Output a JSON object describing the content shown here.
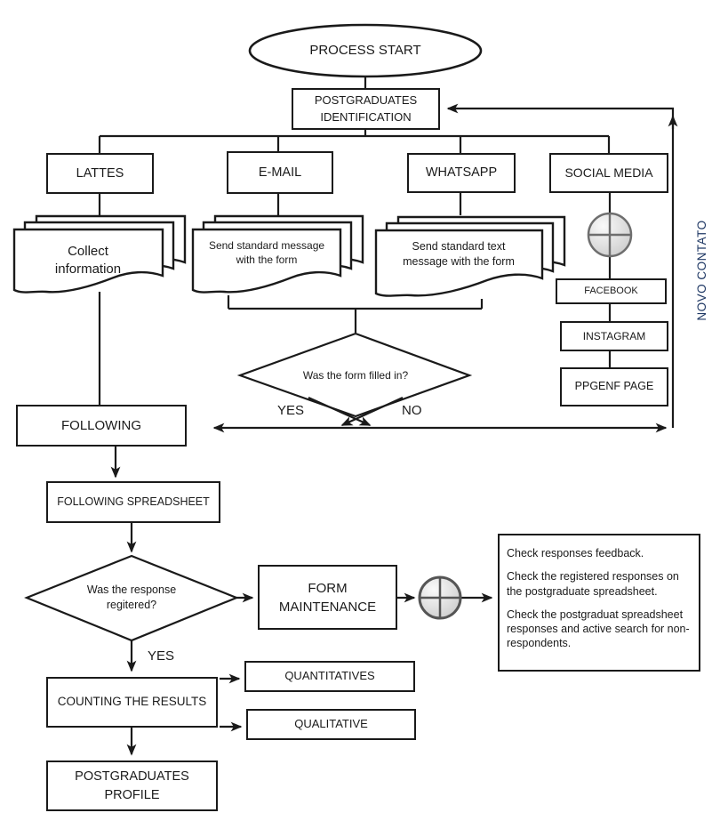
{
  "nodes": {
    "process_start": "PROCESS START",
    "postgrad_id": "POSTGRADUATES IDENTIFICATION",
    "lattes": "LATTES",
    "email": "E-MAIL",
    "whatsapp": "WHATSAPP",
    "social_media": "SOCIAL MEDIA",
    "collect_info": "Collect information",
    "send_std_message": "Send standard message with the form",
    "send_std_text": "Send standard text message with the form",
    "facebook": "FACEBOOK",
    "instagram": "INSTAGRAM",
    "ppgenf_page": "PPGENF PAGE",
    "decision_form": "Was the form filled in?",
    "following": "FOLLOWING",
    "following_spreadsheet": "FOLLOWING SPREADSHEET",
    "decision_response": "Was the response regitered?",
    "form_maintenance": "FORM MAINTENANCE",
    "counting_results": "COUNTING THE RESULTS",
    "quantitatives": "QUANTITATIVES",
    "qualitative": "QUALITATIVE",
    "postgrad_profile": "POSTGRADUATES PROFILE",
    "novo_contato": "NOVO CONTATO"
  },
  "labels": {
    "yes": "YES",
    "no": "NO"
  },
  "feedback_box": {
    "lines": [
      "Check responses feedback.",
      "Check the registered responses on the postgraduate spreadsheet.",
      "Check the postgraduat spreadsheet responses and active search for non-respondents."
    ]
  },
  "colors": {
    "line": "#1a1a1a",
    "novo_contato_text": "#1f3864",
    "connector_fill_light": "#f5f5f5",
    "connector_fill_dark": "#cfcfcf",
    "connector_stroke": "#5f5f5f"
  }
}
